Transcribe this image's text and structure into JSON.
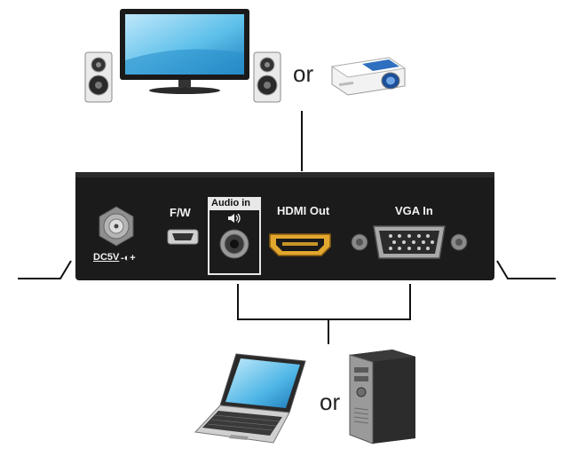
{
  "top_devices": {
    "connector_word": "or",
    "display_icon": "tv-with-speakers-icon",
    "projector_icon": "projector-icon"
  },
  "device_panel": {
    "ports": {
      "dc_label": "DC5V",
      "dc_symbol": "-◐+",
      "fw_label": "F/W",
      "audio_label": "Audio in",
      "audio_icon": "speaker-icon",
      "hdmi_label": "HDMI Out",
      "vga_label": "VGA In"
    }
  },
  "bottom_devices": {
    "connector_word": "or",
    "laptop_icon": "laptop-icon",
    "desktop_icon": "desktop-tower-icon"
  },
  "colors": {
    "panel": "#1b1b1b",
    "panel_text": "#f2f2f2",
    "line": "#111111"
  }
}
